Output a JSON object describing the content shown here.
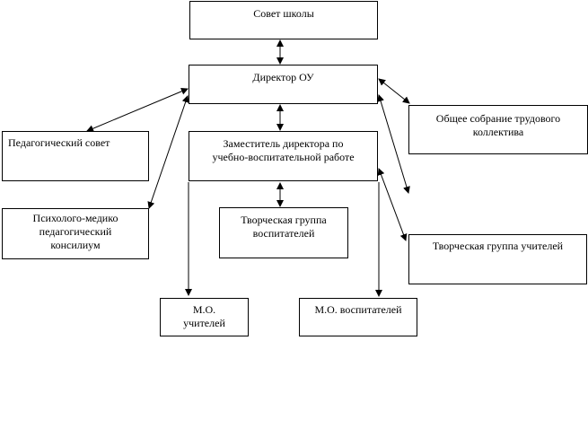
{
  "nodes": {
    "council": "Совет школы",
    "director": "Директор ОУ",
    "general_meeting": "Общее собрание трудового\nколлектива",
    "ped_council": "Педагогический совет",
    "deputy": "Заместитель директора по\nучебно-воспитательной  работе",
    "pmpk": "Психолого-медико\nпедагогический\nконсилиум",
    "creative_educators": "Творческая группа\nвоспитателей",
    "creative_teachers": "Творческая группа учителей",
    "mo_teachers": "М.О.\nучителей",
    "mo_educators": "М.О. воспитателей"
  },
  "colors": {
    "line": "#000000",
    "box_border": "#000000",
    "background": "#ffffff"
  }
}
